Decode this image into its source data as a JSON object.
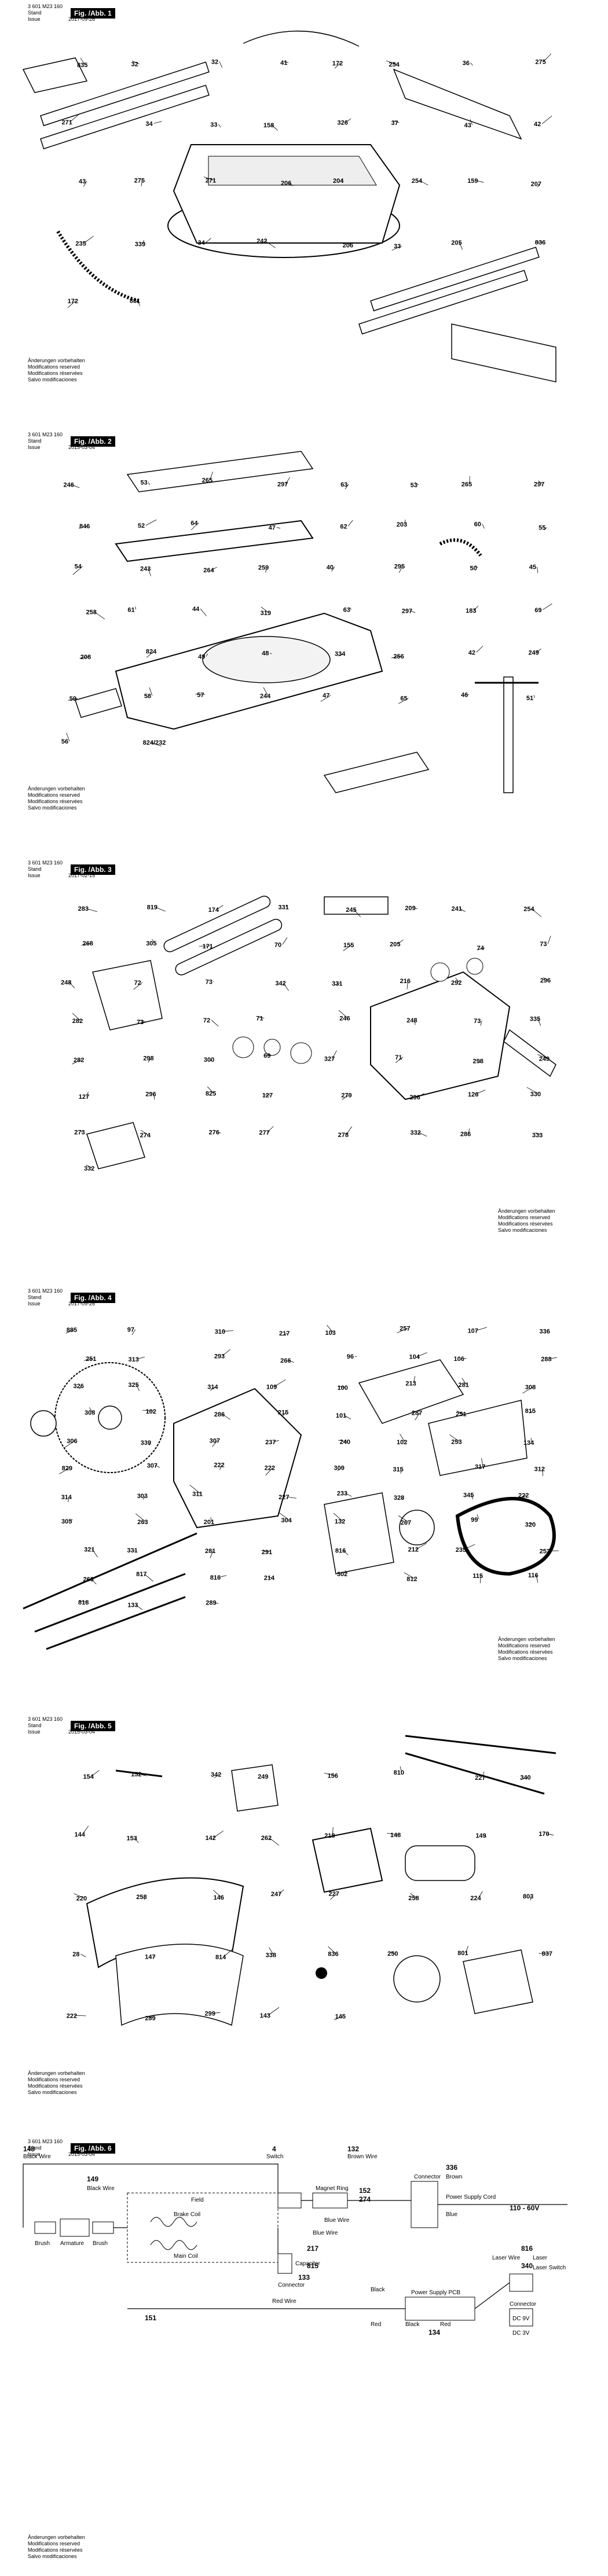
{
  "document": {
    "part_number": "3 601 M23 160",
    "stand_label": "Stand",
    "issue_label": "Issue",
    "notes": [
      "Änderungen vorbehalten",
      "Modifications reserved",
      "Modifications réservées",
      "Salvo modificaciones"
    ]
  },
  "pages": [
    {
      "fig": "Fig. /Abb. 1",
      "date": "2017-09-26",
      "labels": [
        "835",
        "32",
        "32",
        "41",
        "172",
        "254",
        "36",
        "275",
        "271",
        "34",
        "33",
        "158",
        "326",
        "37",
        "43",
        "42",
        "43",
        "275",
        "271",
        "206",
        "204",
        "254",
        "159",
        "207",
        "235",
        "339",
        "34",
        "242",
        "206",
        "33",
        "205",
        "836",
        "172",
        "831"
      ]
    },
    {
      "fig": "Fig. /Abb. 2",
      "date": "2015-03-04",
      "labels": [
        "246",
        "53",
        "265",
        "297",
        "63",
        "53",
        "265",
        "297",
        "846",
        "52",
        "64",
        "47",
        "62",
        "203",
        "60",
        "55",
        "54",
        "243",
        "264",
        "259",
        "40",
        "295",
        "50",
        "45",
        "258",
        "61",
        "44",
        "319",
        "63",
        "297",
        "183",
        "69",
        "208",
        "824",
        "49",
        "48",
        "334",
        "256",
        "42",
        "249",
        "59",
        "58",
        "57",
        "244",
        "47",
        "65",
        "46",
        "51",
        "56",
        "824/232"
      ]
    },
    {
      "fig": "Fig. /Abb. 3",
      "date": "2017-02-15",
      "labels": [
        "283",
        "819",
        "174",
        "331",
        "245",
        "209",
        "241",
        "254",
        "268",
        "305",
        "171",
        "70",
        "155",
        "205",
        "74",
        "73",
        "248",
        "72",
        "73",
        "342",
        "331",
        "216",
        "292",
        "296",
        "282",
        "73",
        "72",
        "71",
        "246",
        "248",
        "73",
        "335",
        "282",
        "298",
        "300",
        "69",
        "327",
        "71",
        "298",
        "249",
        "127",
        "296",
        "825",
        "127",
        "279",
        "296",
        "126",
        "330",
        "273",
        "274",
        "276",
        "277",
        "278",
        "332",
        "286",
        "333",
        "332"
      ]
    },
    {
      "fig": "Fig. /Abb. 4",
      "date": "2017-09-26",
      "labels": [
        "885",
        "97",
        "310",
        "217",
        "103",
        "257",
        "107",
        "336",
        "251",
        "313",
        "293",
        "266",
        "96",
        "104",
        "106",
        "288",
        "326",
        "325",
        "314",
        "109",
        "100",
        "213",
        "281",
        "308",
        "308",
        "102",
        "286",
        "215",
        "101",
        "287",
        "251",
        "815",
        "306",
        "339",
        "307",
        "237",
        "240",
        "102",
        "253",
        "134",
        "829",
        "307",
        "222",
        "222",
        "309",
        "315",
        "317",
        "312",
        "314",
        "303",
        "311",
        "227",
        "233",
        "328",
        "345",
        "222",
        "305",
        "263",
        "201",
        "304",
        "132",
        "267",
        "99",
        "320",
        "321",
        "331",
        "281",
        "291",
        "816",
        "212",
        "235",
        "252",
        "263",
        "817",
        "816",
        "214",
        "302",
        "812",
        "115",
        "116",
        "818",
        "133",
        "289"
      ]
    },
    {
      "fig": "Fig. /Abb. 5",
      "date": "2015-03-04",
      "labels": [
        "154",
        "152",
        "342",
        "249",
        "156",
        "810",
        "227",
        "340",
        "144",
        "153",
        "142",
        "262",
        "218",
        "148",
        "149",
        "170",
        "220",
        "258",
        "146",
        "247",
        "227",
        "258",
        "224",
        "803",
        "28",
        "147",
        "814",
        "338",
        "836",
        "250",
        "801",
        "837",
        "222",
        "289",
        "299",
        "143",
        "145"
      ]
    },
    {
      "fig": "Fig. /Abb. 6",
      "date": "2015-03-04",
      "wires": [
        "Black Wire",
        "Switch",
        "Brown Wire",
        "Brown",
        "Black Wire",
        "Blue Wire",
        "Blue",
        "Power Supply Cord",
        "Laser Wire",
        "Laser",
        "Laser Switch",
        "Brush",
        "Armature",
        "Brush",
        "Field",
        "Brake Coil",
        "Main Coil",
        "Capacitor",
        "Connector",
        "Magnet Ring",
        "Connector",
        "Power Supply PCB",
        "Black",
        "Red",
        "Blue Wire",
        "Red Wire",
        "Connector",
        "Black",
        "Red",
        "DC 9V",
        "DC 3V"
      ],
      "labels": [
        "148",
        "4",
        "132",
        "336",
        "152",
        "274",
        "149",
        "217",
        "815",
        "151",
        "133",
        "816",
        "340",
        "134",
        "110 - 60V"
      ]
    }
  ]
}
